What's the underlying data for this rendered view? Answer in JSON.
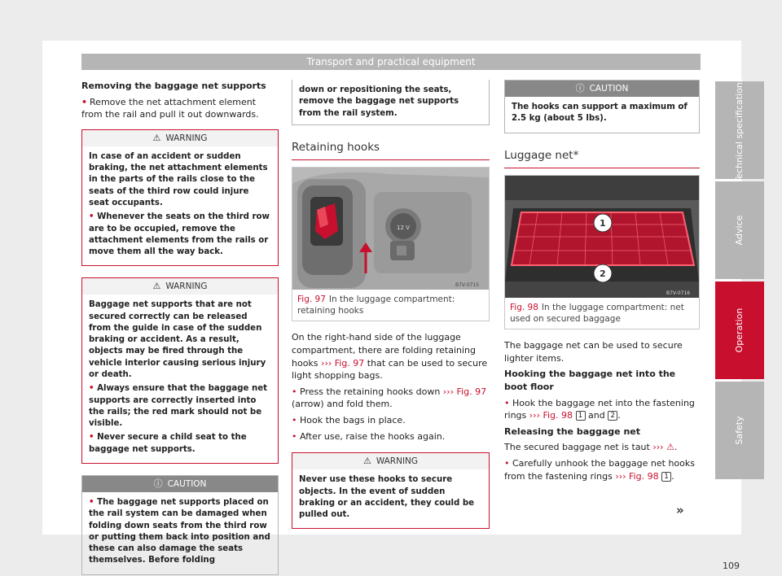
{
  "header": "Transport and practical equipment",
  "col1": {
    "heading": "Removing the baggage net supports",
    "bullet1": "Remove the net attachment element from the rail and pull it out downwards.",
    "warn1": {
      "title": "WARNING",
      "p1": "In case of an accident or sudden braking, the net attachment elements in the parts of the rails close to the seats of the third row could injure seat occupants.",
      "p2": "Whenever the seats on the third row are to be occupied, remove the attachment elements from the rails or move them all the way back."
    },
    "warn2": {
      "title": "WARNING",
      "p1": "Baggage net supports that are not secured correctly can be released from the guide in case of the sudden braking or accident. As a result, objects may be fired through the vehicle interior causing serious injury or death.",
      "p2": "Always ensure that the baggage net supports are correctly inserted into the rails; the red mark should not be visible.",
      "p3": "Never secure a child seat to the baggage net supports."
    },
    "caution": {
      "title": "CAUTION",
      "p1": "The baggage net supports placed on the rail system can be damaged when folding down seats from the third row or putting them back into position and these can also damage the seats themselves. Before folding"
    }
  },
  "col2": {
    "cont": "down or repositioning the seats, remove the baggage net supports from the rail system.",
    "section": "Retaining hooks",
    "fig_code": "B7V-0715",
    "fig_socket": "12 V",
    "fig_label": "Fig. 97",
    "fig_caption": "In the luggage compartment: retaining hooks",
    "p1a": "On the right-hand side of the luggage compartment, there are folding retaining hooks",
    "p1ref": "››› Fig. 97",
    "p1b": "that can be used to secure light shopping bags.",
    "b1a": "Press the retaining hooks down",
    "b1ref": "››› Fig. 97",
    "b1b": "(arrow) and fold them.",
    "b2": "Hook the bags in place.",
    "b3": "After use, raise the hooks again.",
    "warn": {
      "title": "WARNING",
      "p1": "Never use these hooks to secure objects. In the event of sudden braking or an accident, they could be pulled out."
    }
  },
  "col3": {
    "caution": {
      "title": "CAUTION",
      "p1": "The hooks can support a maximum of 2.5 kg (about 5 lbs)."
    },
    "section": "Luggage net*",
    "fig_code": "B7V-0716",
    "fig_label": "Fig. 98",
    "fig_caption": "In the luggage compartment: net used on secured baggage",
    "fig_n1": "1",
    "fig_n2": "2",
    "p1": "The baggage net can be used to secure lighter items.",
    "h1": "Hooking the baggage net into the boot floor",
    "b1a": "Hook the baggage net into the fastening rings",
    "b1ref": "››› Fig. 98",
    "b1n1": "1",
    "b1and": "and",
    "b1n2": "2",
    "h2": "Releasing the baggage net",
    "p2": "The secured baggage net is taut",
    "p2ref": "›››",
    "b2a": "Carefully unhook the baggage net hooks from the fastening rings",
    "b2ref": "››› Fig. 98",
    "b2n": "1"
  },
  "tabs": [
    "Technical specifications",
    "Advice",
    "Operation",
    "Safety"
  ],
  "page_number": "109",
  "continue_mark": "»"
}
